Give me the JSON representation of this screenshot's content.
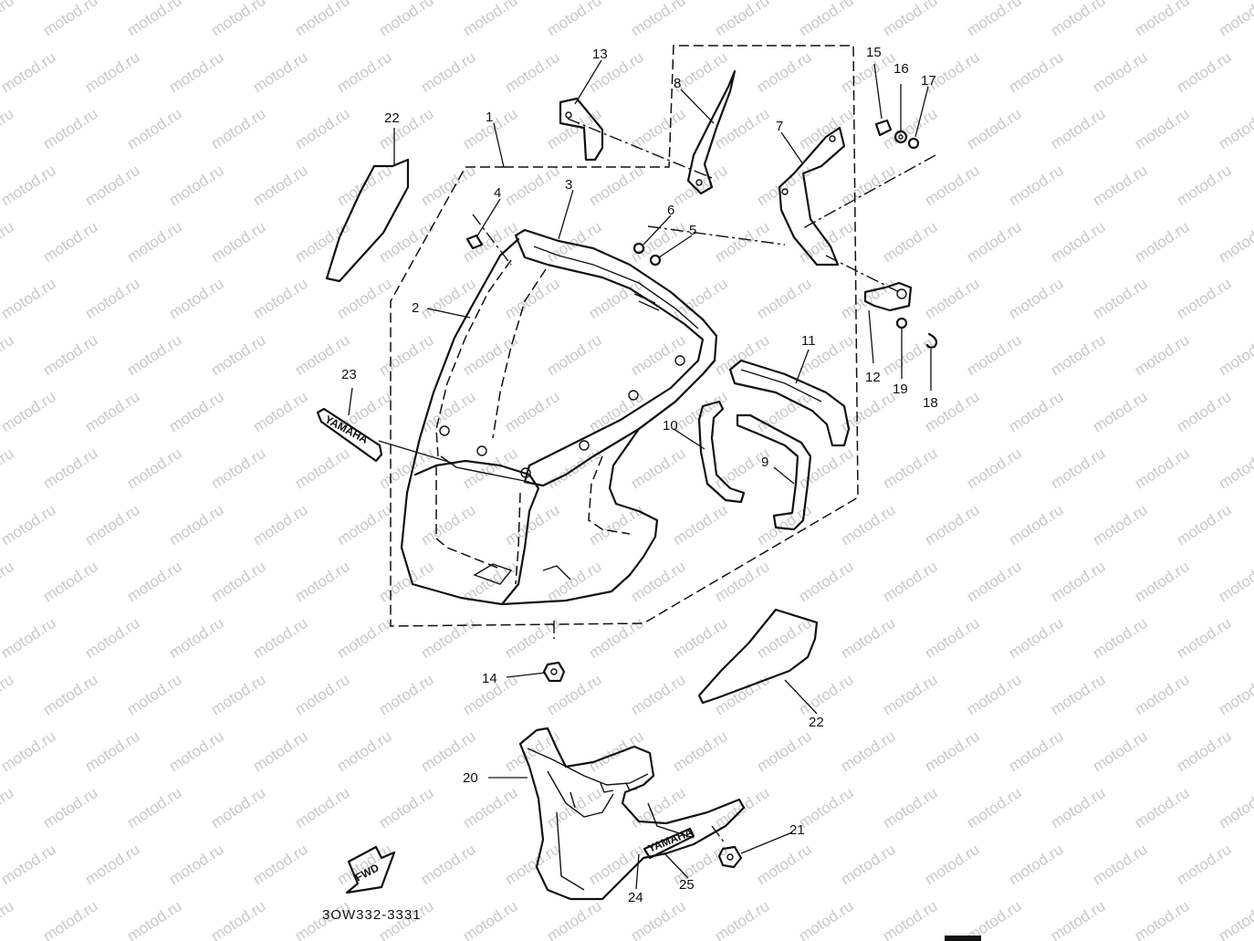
{
  "diagram": {
    "callouts": {
      "c1": "1",
      "c2": "2",
      "c3": "3",
      "c4": "4",
      "c5": "5",
      "c6": "6",
      "c7": "7",
      "c8": "8",
      "c9": "9",
      "c10": "10",
      "c11": "11",
      "c12": "12",
      "c13": "13",
      "c14": "14",
      "c15": "15",
      "c16": "16",
      "c17": "17",
      "c18": "18",
      "c19": "19",
      "c20": "20",
      "c21": "21",
      "c22a": "22",
      "c22b": "22",
      "c23": "23",
      "c24": "24",
      "c25": "25"
    },
    "emblem_text": "YAMAHA",
    "emblem_small": "YAMAHA",
    "fwd_label": "FWD",
    "drawing_code": "3OW332-3331"
  },
  "watermark": {
    "text": "motod.ru",
    "color": "#c9c9c9"
  }
}
